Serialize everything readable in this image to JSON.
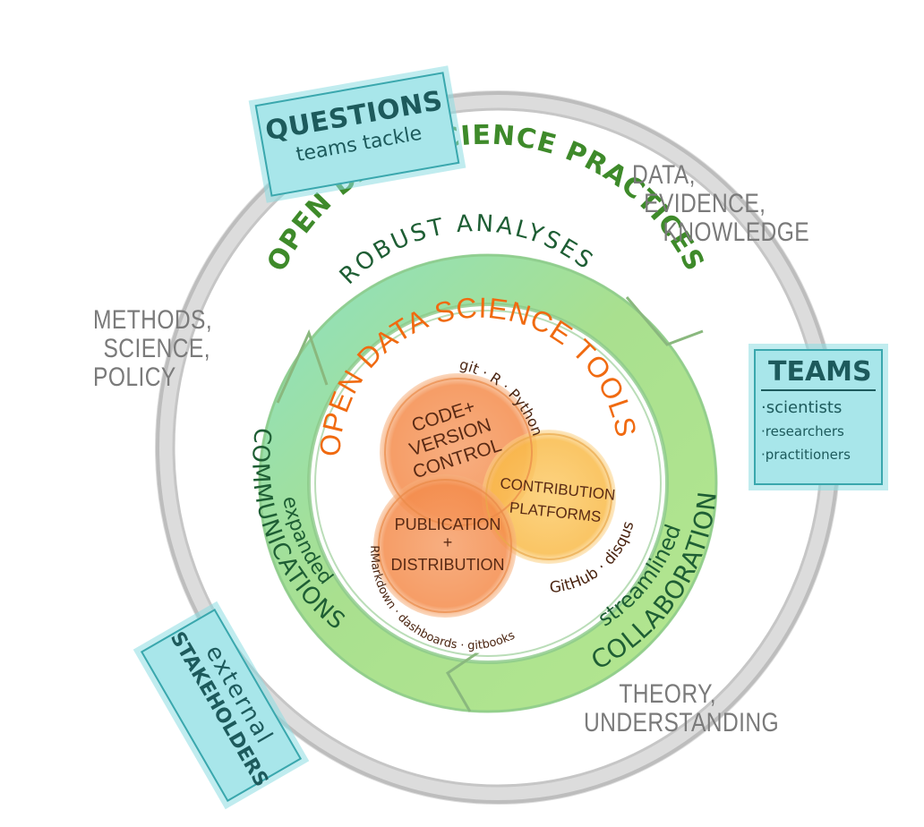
{
  "outer_ring": {
    "labels": {
      "top_right": [
        "DATA,",
        "EVIDENCE,",
        "KNOWLEDGE"
      ],
      "left": [
        "METHODS,",
        "SCIENCE,",
        "POLICY"
      ],
      "bottom_right": [
        "THEORY,",
        "UNDERSTANDING"
      ]
    }
  },
  "boxes": {
    "questions": {
      "title": "QUESTIONS",
      "subtitle": "teams tackle"
    },
    "teams": {
      "title": "TEAMS",
      "items": [
        "·scientists",
        "·researchers",
        "·practitioners"
      ]
    },
    "stakeholders": {
      "line1": "external",
      "line2": "STAKEHOLDERS"
    }
  },
  "practices_ring": {
    "title": "OPEN DATA SCIENCE PRACTICES",
    "segments": {
      "top": "ROBUST ANALYSES",
      "right_small": "streamlined",
      "right_big": "COLLABORATION",
      "left_small": "expanded",
      "left_big": "COMMUNICATIONS"
    }
  },
  "tools": {
    "title": "OPEN DATA SCIENCE TOOLS",
    "circles": {
      "code": {
        "lines": [
          "CODE+",
          "VERSION",
          "CONTROL"
        ],
        "examples": "git · R · Python"
      },
      "contribution": {
        "lines": [
          "CONTRIBUTION",
          "PLATFORMS"
        ],
        "examples": "GitHub · disqus"
      },
      "publication": {
        "lines": [
          "PUBLICATION",
          "+",
          "DISTRIBUTION"
        ],
        "examples": "RMarkdown · dashboards · gitbooks"
      }
    }
  },
  "colors": {
    "outer_ring": "#c9c9c9",
    "practices_title": "#3e8a2a",
    "ring_fill_green": "#a9e08f",
    "ring_fill_teal": "#8fe0bd",
    "ring_text": "#1e5e34",
    "tools_title": "#f06a10",
    "circle_orange": "#f7a268",
    "circle_yellow": "#fbc560",
    "circle_text": "#5a2a14",
    "box_fill": "#a8e6ea",
    "box_text": "#1d5a5c",
    "gray_text": "#7a7a7a"
  }
}
